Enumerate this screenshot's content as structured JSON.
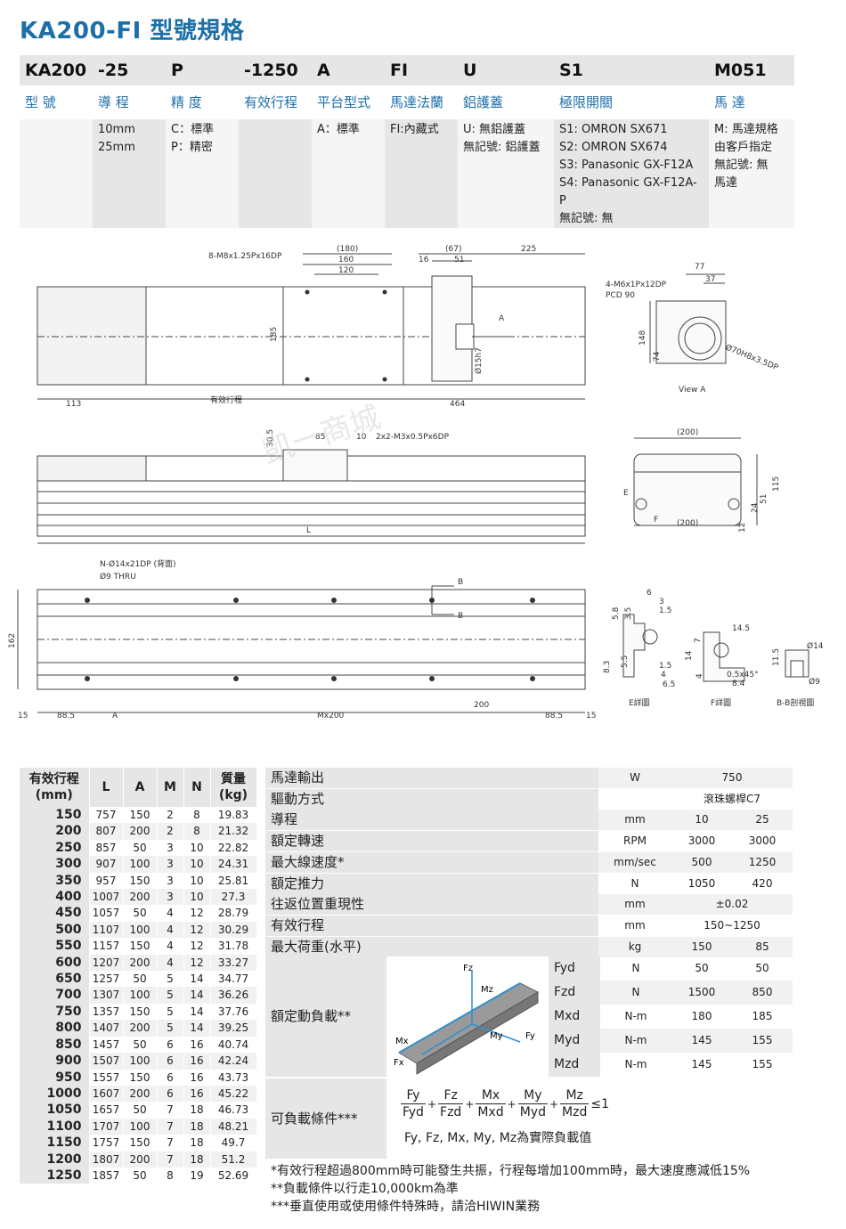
{
  "title": "KA200-FI 型號規格",
  "model": {
    "codes": [
      "KA200",
      "-25",
      "P",
      "-1250",
      "A",
      "FI",
      "U",
      "S1",
      "M051"
    ],
    "labels": [
      "型 號",
      "導 程",
      "精 度",
      "有效行程",
      "平台型式",
      "馬達法蘭",
      "鋁護蓋",
      "極限開關",
      "馬 達"
    ],
    "desc": [
      [],
      [
        "10mm",
        "25mm"
      ],
      [
        "C：標準",
        "P：精密"
      ],
      [],
      [
        "A：標準"
      ],
      [
        "FI:內藏式"
      ],
      [
        "U: 無鋁護蓋",
        "無記號: 鋁護蓋"
      ],
      [
        "S1: OMRON SX671",
        "S2: OMRON SX674",
        "S3: Panasonic GX-F12A",
        "S4: Panasonic GX-F12A-P",
        "無記號: 無"
      ],
      [
        "M: 馬達規格",
        "由客戶指定",
        "無記號: 無",
        "馬達"
      ]
    ]
  },
  "drawing": {
    "top_dims": [
      "8-M8x1.25Px16DP",
      "(180)",
      "160",
      "120",
      "(67)",
      "51",
      "16",
      "225",
      "185",
      "113",
      "有效行程",
      "464",
      "Ø15h7",
      "A"
    ],
    "viewA": [
      "4-M6x1Px12DP",
      "PCD 90",
      "77",
      "37",
      "148",
      "74",
      "Ø70H8x3.5DP",
      "View A"
    ],
    "side_dims": [
      "30.5",
      "85",
      "10",
      "2x2-M3x0.5Px6DP",
      "L"
    ],
    "end_dims": [
      "(200)",
      "(200)",
      "115",
      "51",
      "24",
      "12",
      "E",
      "F"
    ],
    "bottom_dims": [
      "N-Ø14x21DP (背面)",
      "Ø9 THRU",
      "B",
      "B",
      "162",
      "15",
      "88.5",
      "A",
      "Mx200",
      "200",
      "88.5",
      "15"
    ],
    "detailE": [
      "6",
      "3",
      "1.5",
      "5.8",
      "3.5",
      "8.3",
      "5.5",
      "1.5",
      "4",
      "6.5",
      "E詳圖"
    ],
    "detailF": [
      "14.5",
      "7",
      "14",
      "4",
      "0.5x45°",
      "8.4",
      "F詳圖"
    ],
    "detailB": [
      "Ø14",
      "11.5",
      "Ø9",
      "B-B剖視圖"
    ],
    "watermark": "凱一商城"
  },
  "size_table": {
    "headers": [
      "有效行程\n(mm)",
      "L",
      "A",
      "M",
      "N",
      "質量\n(kg)"
    ],
    "rows": [
      [
        "150",
        "757",
        "150",
        "2",
        "8",
        "19.83"
      ],
      [
        "200",
        "807",
        "200",
        "2",
        "8",
        "21.32"
      ],
      [
        "250",
        "857",
        "50",
        "3",
        "10",
        "22.82"
      ],
      [
        "300",
        "907",
        "100",
        "3",
        "10",
        "24.31"
      ],
      [
        "350",
        "957",
        "150",
        "3",
        "10",
        "25.81"
      ],
      [
        "400",
        "1007",
        "200",
        "3",
        "10",
        "27.3"
      ],
      [
        "450",
        "1057",
        "50",
        "4",
        "12",
        "28.79"
      ],
      [
        "500",
        "1107",
        "100",
        "4",
        "12",
        "30.29"
      ],
      [
        "550",
        "1157",
        "150",
        "4",
        "12",
        "31.78"
      ],
      [
        "600",
        "1207",
        "200",
        "4",
        "12",
        "33.27"
      ],
      [
        "650",
        "1257",
        "50",
        "5",
        "14",
        "34.77"
      ],
      [
        "700",
        "1307",
        "100",
        "5",
        "14",
        "36.26"
      ],
      [
        "750",
        "1357",
        "150",
        "5",
        "14",
        "37.76"
      ],
      [
        "800",
        "1407",
        "200",
        "5",
        "14",
        "39.25"
      ],
      [
        "850",
        "1457",
        "50",
        "6",
        "16",
        "40.74"
      ],
      [
        "900",
        "1507",
        "100",
        "6",
        "16",
        "42.24"
      ],
      [
        "950",
        "1557",
        "150",
        "6",
        "16",
        "43.73"
      ],
      [
        "1000",
        "1607",
        "200",
        "6",
        "16",
        "45.22"
      ],
      [
        "1050",
        "1657",
        "50",
        "7",
        "18",
        "46.73"
      ],
      [
        "1100",
        "1707",
        "100",
        "7",
        "18",
        "48.21"
      ],
      [
        "1150",
        "1757",
        "150",
        "7",
        "18",
        "49.7"
      ],
      [
        "1200",
        "1807",
        "200",
        "7",
        "18",
        "51.2"
      ],
      [
        "1250",
        "1857",
        "50",
        "8",
        "19",
        "52.69"
      ]
    ]
  },
  "spec": {
    "rows": [
      {
        "label": "馬達輸出",
        "unit": "W",
        "wide": "750"
      },
      {
        "label": "驅動方式",
        "unit": "",
        "wide": "滾珠螺桿C7"
      },
      {
        "label": "導程",
        "unit": "mm",
        "v1": "10",
        "v2": "25"
      },
      {
        "label": "額定轉速",
        "unit": "RPM",
        "v1": "3000",
        "v2": "3000"
      },
      {
        "label": "最大線速度*",
        "unit": "mm/sec",
        "v1": "500",
        "v2": "1250"
      },
      {
        "label": "額定推力",
        "unit": "N",
        "v1": "1050",
        "v2": "420"
      },
      {
        "label": "往返位置重現性",
        "unit": "mm",
        "wide": "±0.02"
      },
      {
        "label": "有效行程",
        "unit": "mm",
        "wide": "150~1250"
      },
      {
        "label": "最大荷重(水平)",
        "unit": "kg",
        "v1": "150",
        "v2": "85"
      }
    ],
    "dynamic_label": "額定動負載**",
    "loads": [
      {
        "name": "Fyd",
        "unit": "N",
        "v1": "50",
        "v2": "50"
      },
      {
        "name": "Fzd",
        "unit": "N",
        "v1": "1500",
        "v2": "850"
      },
      {
        "name": "Mxd",
        "unit": "N-m",
        "v1": "180",
        "v2": "185"
      },
      {
        "name": "Myd",
        "unit": "N-m",
        "v1": "145",
        "v2": "155"
      },
      {
        "name": "Mzd",
        "unit": "N-m",
        "v1": "145",
        "v2": "155"
      }
    ],
    "fig_labels": [
      "Fz",
      "Mz",
      "Mx",
      "My",
      "Fy",
      "Fx"
    ],
    "cond_label": "可負載條件***",
    "formula": {
      "nums": [
        "Fy",
        "Fz",
        "Mx",
        "My",
        "Mz"
      ],
      "dens": [
        "Fyd",
        "Fzd",
        "Mxd",
        "Myd",
        "Mzd"
      ],
      "plus": "+",
      "rhs": "≤1"
    },
    "cond_note": "Fy, Fz, Mx, My, Mz為實際負載值"
  },
  "footnotes": [
    "*有效行程超過800mm時可能發生共振，行程每增加100mm時，最大速度應減低15%",
    "**負載條件以行走10,000km為準",
    "***垂直使用或使用條件特殊時，請洽HIWIN業務"
  ]
}
